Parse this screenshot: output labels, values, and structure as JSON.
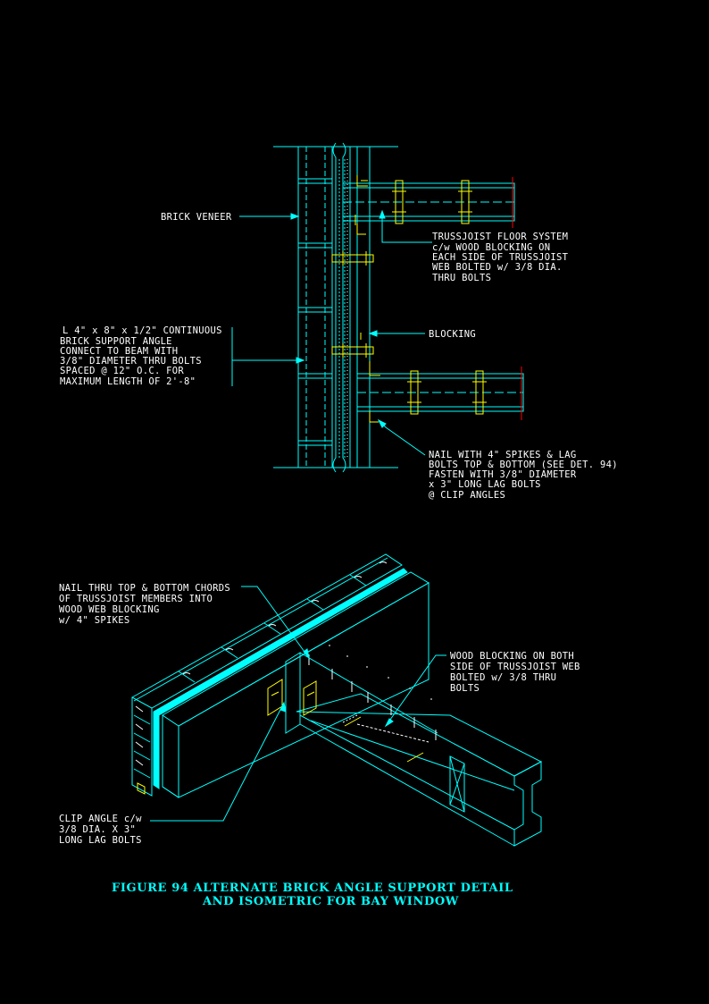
{
  "section_detail": {
    "labels": {
      "brick_veneer": "BRICK VENEER",
      "trussjoist": [
        "TRUSSJOIST FLOOR SYSTEM",
        "c/w WOOD BLOCKING ON",
        "EACH SIDE OF TRUSSJOIST",
        "WEB BOLTED w/ 3/8 DIA.",
        "THRU BOLTS"
      ],
      "support_angle": [
        "L 4\" x 8\" x 1/2\" CONTINUOUS",
        "BRICK SUPPORT ANGLE",
        "CONNECT TO BEAM WITH",
        "3/8\" DIAMETER THRU BOLTS",
        "SPACED @ 12\"  O.C. FOR",
        "MAXIMUM LENGTH OF 2'-8\""
      ],
      "blocking": "BLOCKING",
      "nail": [
        "NAIL WITH 4\" SPIKES & LAG",
        "BOLTS TOP & BOTTOM (SEE DET. 94)",
        "FASTEN WITH 3/8\" DIAMETER",
        "x 3\" LONG LAG BOLTS",
        "@ CLIP ANGLES"
      ]
    }
  },
  "isometric_detail": {
    "labels": {
      "nail_thru": [
        "NAIL THRU TOP & BOTTOM CHORDS",
        "OF TRUSSJOIST MEMBERS INTO",
        "WOOD WEB BLOCKING",
        "w/ 4\" SPIKES"
      ],
      "wood_blocking": [
        "WOOD BLOCKING ON BOTH",
        "SIDE OF TRUSSJOIST WEB",
        "BOLTED w/ 3/8 THRU",
        "BOLTS"
      ],
      "clip_angle": [
        "CLIP ANGLE c/w",
        "3/8 DIA. X 3\"",
        "LONG LAG BOLTS"
      ]
    }
  },
  "caption": {
    "line1": "FIGURE 94   ALTERNATE BRICK ANGLE SUPPORT DETAIL",
    "line2": "AND ISOMETRIC FOR BAY WINDOW"
  },
  "colors": {
    "background": "#000000",
    "outline": "#00ffff",
    "hardware": "#ffff00",
    "cut_line": "#ff0000",
    "text": "#ffffff",
    "caption": "#00ffff"
  }
}
